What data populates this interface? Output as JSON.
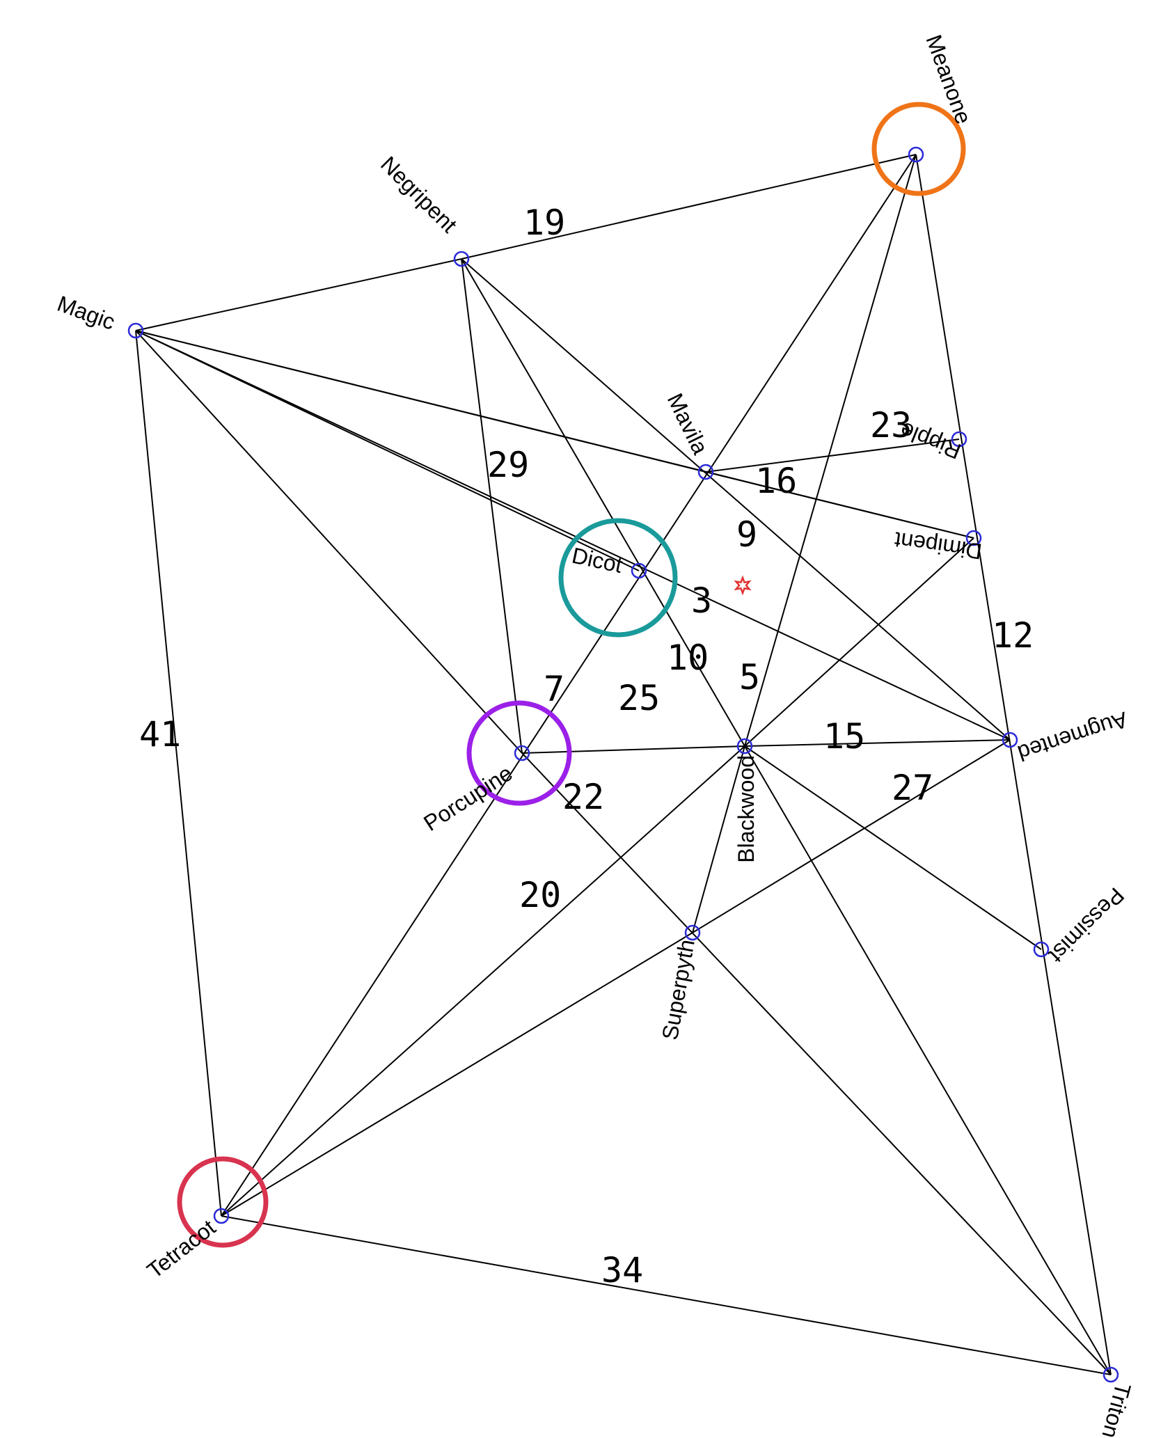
{
  "colors": {
    "edge": "#000000",
    "node": "#2a2ad8",
    "label": "#000000",
    "center_marker": "#e23333",
    "highlight_orange": "#ef7418",
    "highlight_teal": "#1a9a9a",
    "highlight_purple": "#9b20e8",
    "highlight_red": "#d8334f"
  },
  "nodes": [
    {
      "id": "meanone",
      "label": "Meanone"
    },
    {
      "id": "negripent",
      "label": "Negripent"
    },
    {
      "id": "magic",
      "label": "Magic"
    },
    {
      "id": "mavila",
      "label": "Mavila"
    },
    {
      "id": "ripple",
      "label": "Ripple"
    },
    {
      "id": "dimipent",
      "label": "Dimipent"
    },
    {
      "id": "dicot",
      "label": "Dicot"
    },
    {
      "id": "porcupine",
      "label": "Porcupine"
    },
    {
      "id": "blackwood",
      "label": "Blackwood"
    },
    {
      "id": "augmented",
      "label": "Augmented"
    },
    {
      "id": "pessimist",
      "label": "Pessimist"
    },
    {
      "id": "superpyth",
      "label": "Superpyth"
    },
    {
      "id": "tetracot",
      "label": "Tetracot"
    },
    {
      "id": "tritone",
      "label": "Tritone"
    }
  ],
  "edges": [
    [
      "negripent",
      "meanone"
    ],
    [
      "magic",
      "negripent"
    ],
    [
      "magic",
      "mavila"
    ],
    [
      "magic",
      "dicot"
    ],
    [
      "magic",
      "porcupine"
    ],
    [
      "magic",
      "tetracot"
    ],
    [
      "magic",
      "augmented"
    ],
    [
      "magic",
      "dimipent"
    ],
    [
      "negripent",
      "porcupine"
    ],
    [
      "negripent",
      "blackwood"
    ],
    [
      "negripent",
      "augmented"
    ],
    [
      "meanone",
      "tetracot"
    ],
    [
      "meanone",
      "blackwood"
    ],
    [
      "meanone",
      "tritone"
    ],
    [
      "mavila",
      "ripple"
    ],
    [
      "mavila",
      "dimipent"
    ],
    [
      "dimipent",
      "blackwood"
    ],
    [
      "porcupine",
      "blackwood"
    ],
    [
      "porcupine",
      "tritone"
    ],
    [
      "blackwood",
      "augmented"
    ],
    [
      "blackwood",
      "tetracot"
    ],
    [
      "blackwood",
      "pessimist"
    ],
    [
      "blackwood",
      "tritone"
    ],
    [
      "blackwood",
      "superpyth"
    ],
    [
      "augmented",
      "superpyth"
    ],
    [
      "superpyth",
      "tetracot"
    ],
    [
      "tetracot",
      "tritone"
    ]
  ],
  "weights": [
    "19",
    "23",
    "29",
    "16",
    "9",
    "3",
    "12",
    "10",
    "5",
    "7",
    "25",
    "15",
    "22",
    "27",
    "41",
    "20",
    "34"
  ],
  "highlights": [
    {
      "node": "meanone",
      "color": "#ef7418"
    },
    {
      "node": "dicot",
      "color": "#1a9a9a"
    },
    {
      "node": "porcupine",
      "color": "#9b20e8"
    },
    {
      "node": "tetracot",
      "color": "#d8334f"
    }
  ]
}
